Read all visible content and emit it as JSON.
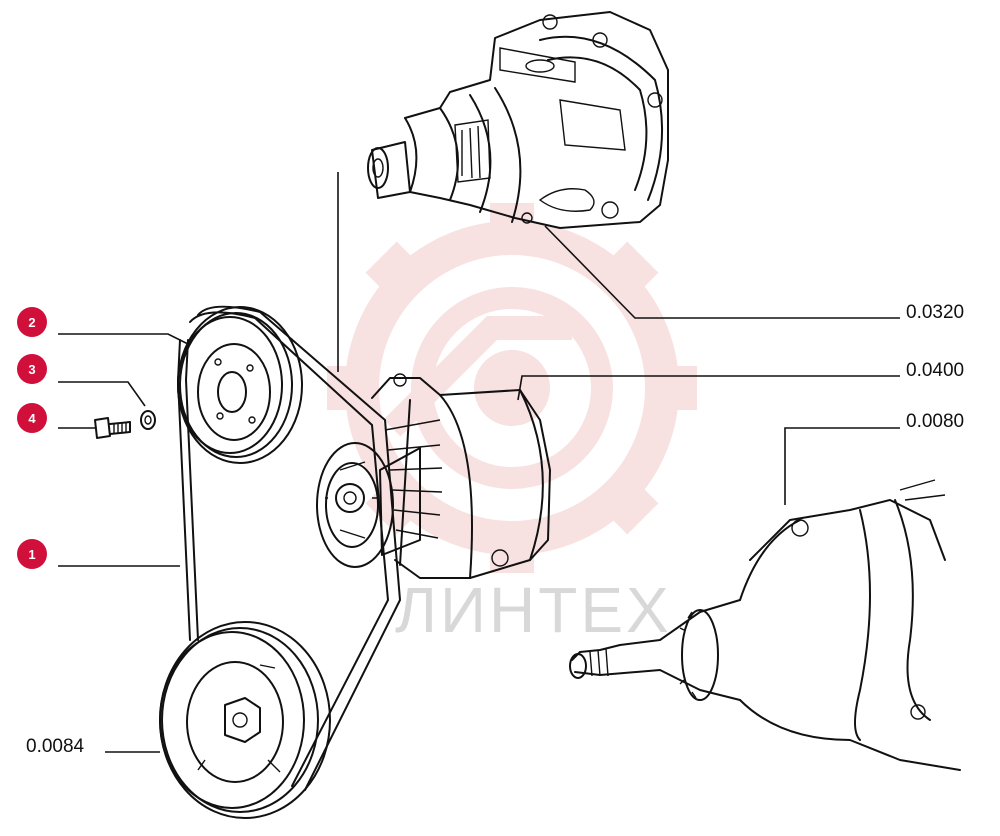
{
  "watermark": {
    "text": "ЛИНТЕХ",
    "color": "#f2c9c9",
    "text_color": "#d8d8d8"
  },
  "callouts": [
    {
      "number": "2",
      "name": "callout-2"
    },
    {
      "number": "3",
      "name": "callout-3"
    },
    {
      "number": "4",
      "name": "callout-4"
    },
    {
      "number": "1",
      "name": "callout-1"
    }
  ],
  "callout_color": "#d0103a",
  "references": [
    {
      "label": "0.0320",
      "name": "ref-label-0320"
    },
    {
      "label": "0.0400",
      "name": "ref-label-0400"
    },
    {
      "label": "0.0080",
      "name": "ref-label-0080"
    },
    {
      "label": "0.0084",
      "name": "ref-label-0084"
    }
  ],
  "parts": {
    "1": "drive-belt",
    "2": "water-pump-pulley",
    "3": "washer",
    "4": "bolt",
    "0.0320": "alternator-assembly",
    "0.0400": "water-pump-assembly",
    "0.0080": "crankshaft-assembly",
    "0.0084": "crankshaft-pulley"
  }
}
